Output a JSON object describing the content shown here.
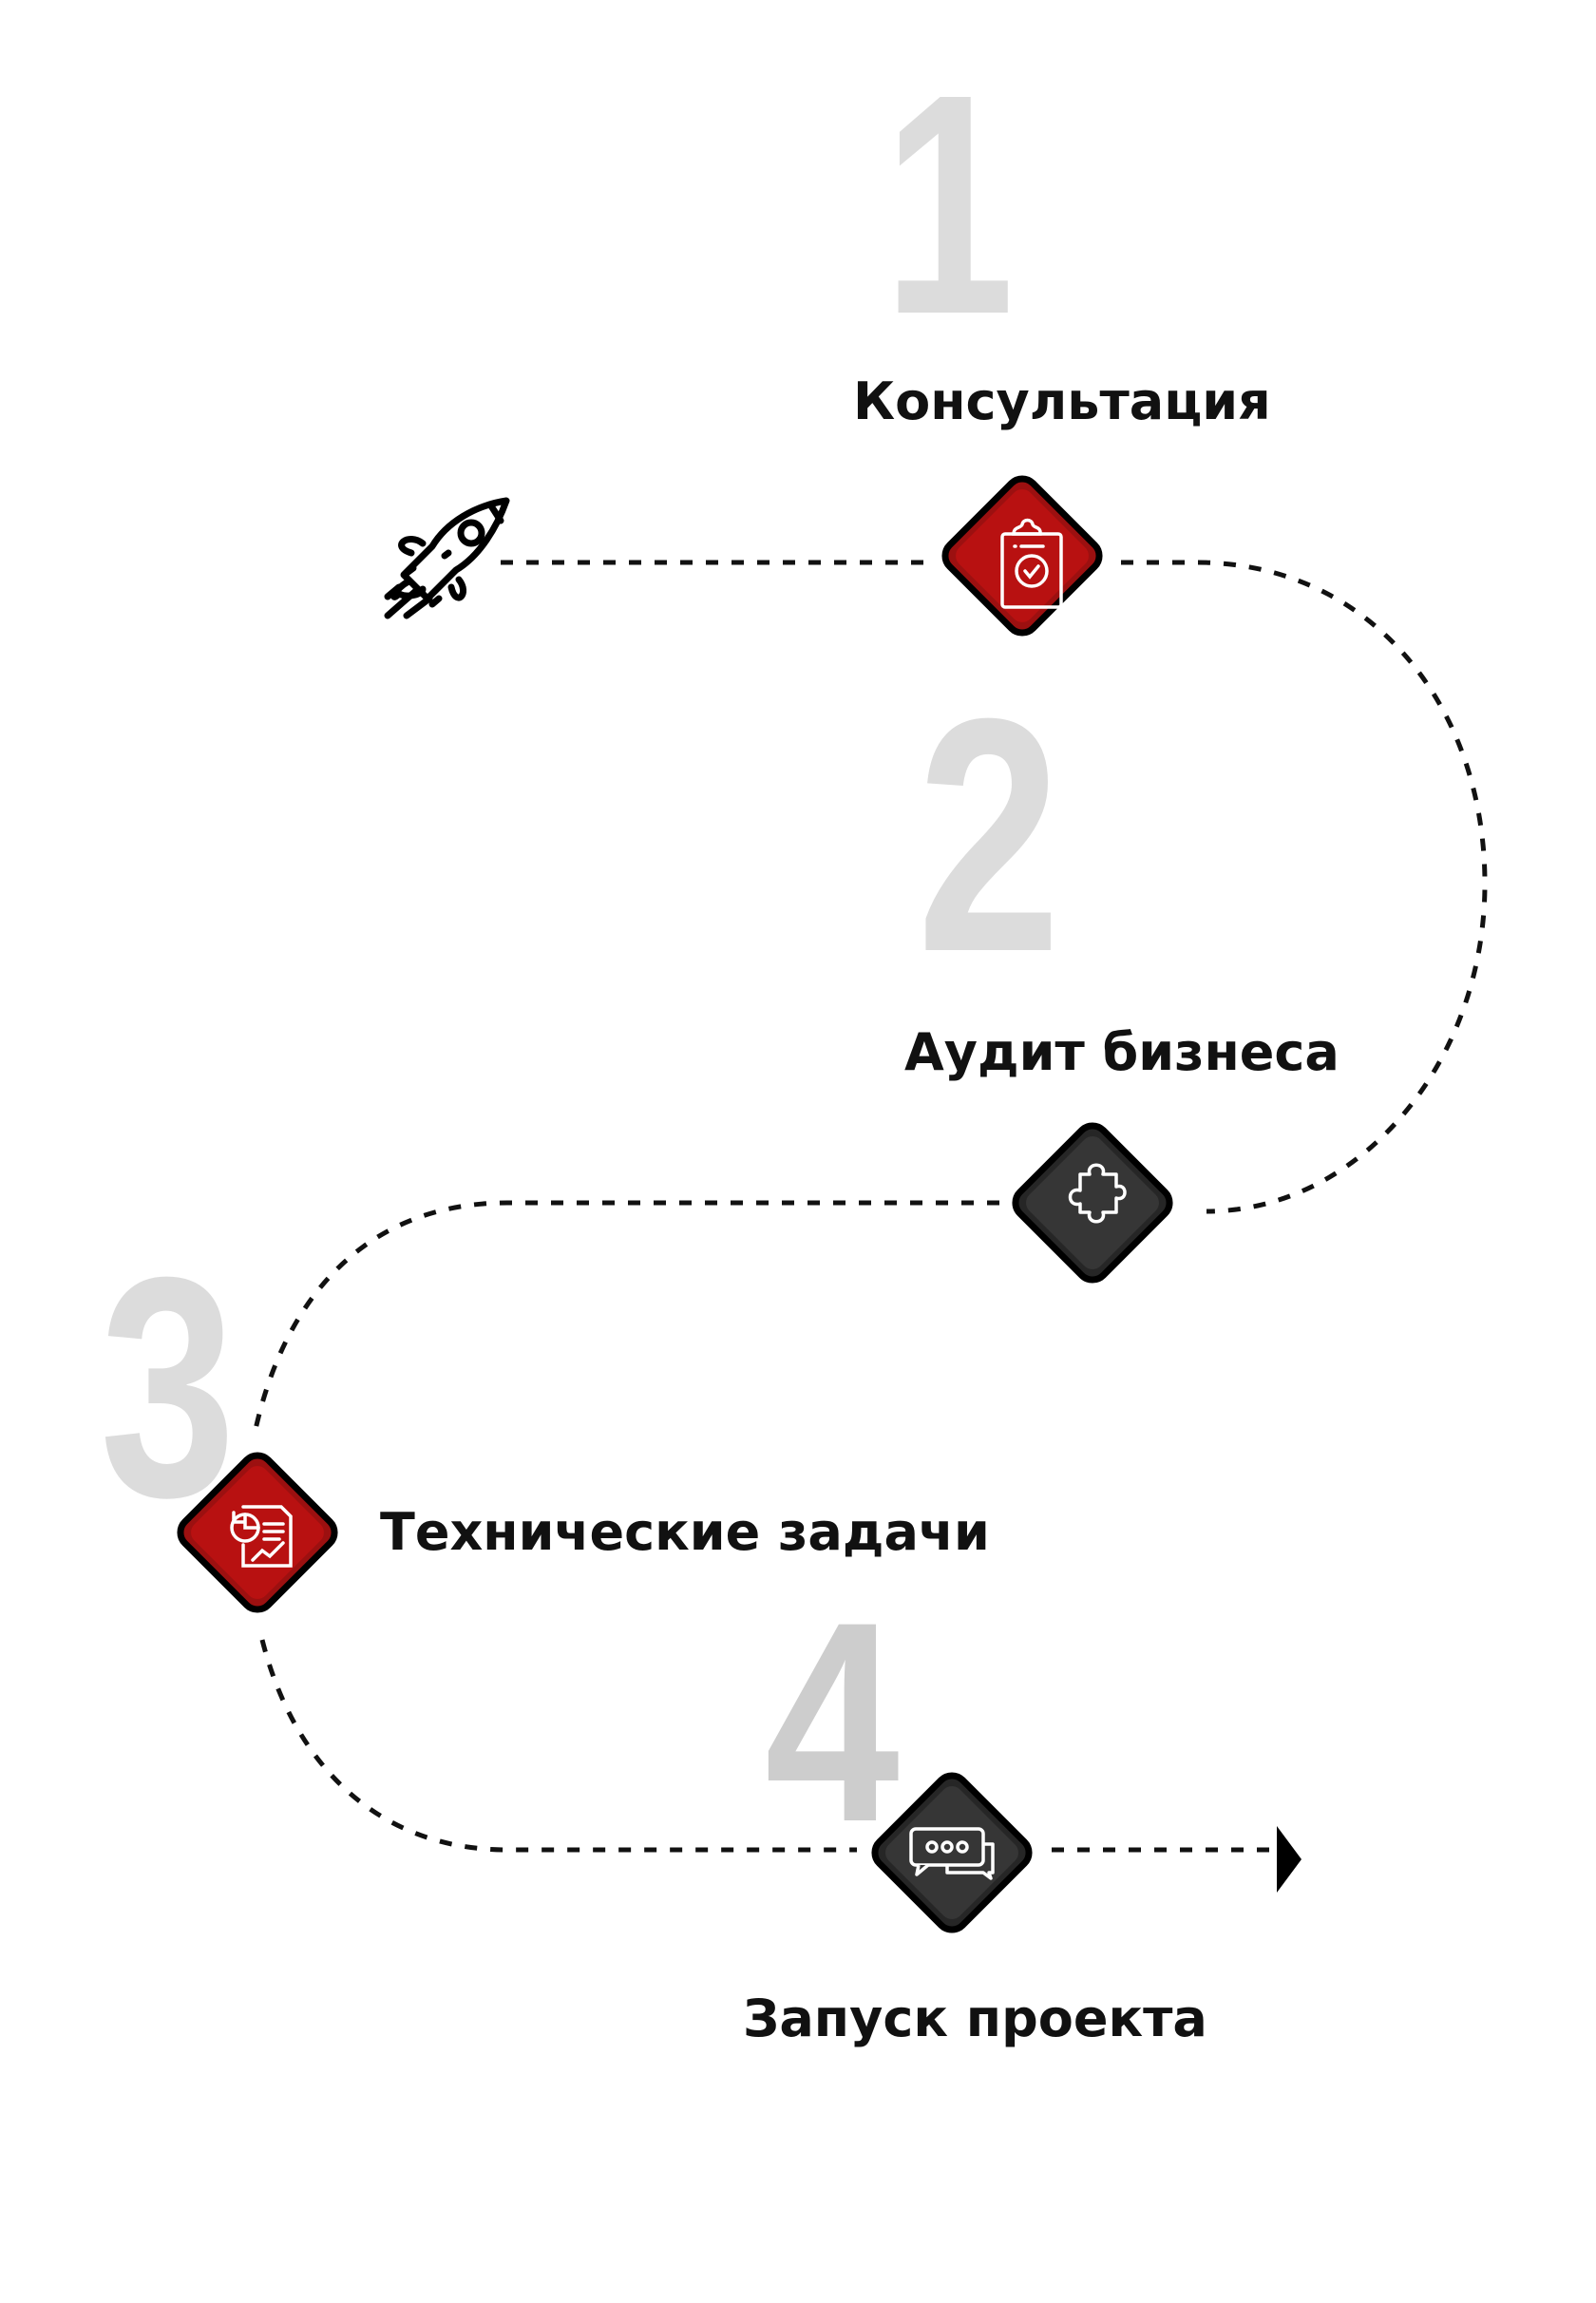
{
  "steps": [
    {
      "number": "1",
      "label": "Консультация",
      "icon": "clipboard-check-icon",
      "color": "#b81111"
    },
    {
      "number": "2",
      "label": "Аудит бизнеса",
      "icon": "puzzle-icon",
      "color": "#333333"
    },
    {
      "number": "3",
      "label": "Технические задачи",
      "icon": "report-chart-icon",
      "color": "#b81111"
    },
    {
      "number": "4",
      "label": "Запуск проекта",
      "icon": "chat-bubbles-icon",
      "color": "#333333"
    }
  ],
  "start_icon": "rocket-icon",
  "end_icon": "arrow-head-icon"
}
